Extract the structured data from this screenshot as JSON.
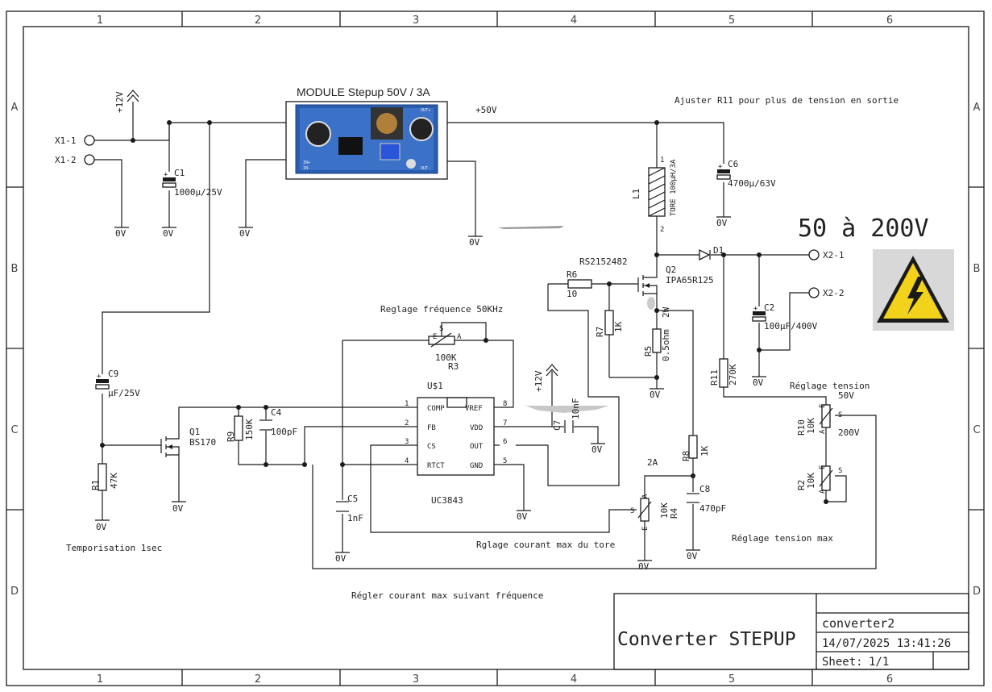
{
  "border": {
    "columns": [
      "1",
      "2",
      "3",
      "4",
      "5",
      "6"
    ],
    "rows": [
      "A",
      "B",
      "C",
      "D"
    ]
  },
  "title_block": {
    "title": "Converter STEPUP",
    "sheet_name": "converter2",
    "date": "14/07/2025 13:41:26",
    "sheet_label": "Sheet:",
    "sheet_value": "1/1"
  },
  "module": {
    "title": "MODULE Stepup 50V / 3A",
    "pins": [
      "IN+",
      "IN-",
      "OUT+",
      "OUT-"
    ]
  },
  "headline": "50 à 200V",
  "notes": {
    "ajuster": "Ajuster R11 pour plus de tension en sortie",
    "freq": "Reglage fréquence 50KHz",
    "tempo": "Temporisation 1sec",
    "courant_tore": "Rglage courant max du tore",
    "regler": "Régler courant max suivant fréquence",
    "reg_tension": "Réglage tension",
    "reg_tension_max": "Réglage tension max"
  },
  "nets": {
    "v12": "+12V",
    "v50": "+50V",
    "gnd": "0V"
  },
  "connectors": {
    "x1_1": "X1-1",
    "x1_2": "X1-2",
    "x2_1": "X2-1",
    "x2_2": "X2-2"
  },
  "ic": {
    "ref": "U$1",
    "value": "UC3843",
    "left_pins": [
      {
        "num": "1",
        "name": "COMP"
      },
      {
        "num": "2",
        "name": "FB"
      },
      {
        "num": "3",
        "name": "CS"
      },
      {
        "num": "4",
        "name": "RTCT"
      }
    ],
    "right_pins": [
      {
        "num": "8",
        "name": "VREF"
      },
      {
        "num": "7",
        "name": "VDD"
      },
      {
        "num": "6",
        "name": "OUT"
      },
      {
        "num": "5",
        "name": "GND"
      }
    ]
  },
  "parts": {
    "c1": {
      "ref": "C1",
      "value": "1000µ/25V"
    },
    "c2": {
      "ref": "C2",
      "value": "100µF/400V"
    },
    "c4": {
      "ref": "C4",
      "value": "100pF"
    },
    "c5": {
      "ref": "C5",
      "value": "1nF"
    },
    "c6": {
      "ref": "C6",
      "value": "4700µ/63V"
    },
    "c7": {
      "ref": "C7",
      "value": "10nF"
    },
    "c8": {
      "ref": "C8",
      "value": "470pF"
    },
    "c9": {
      "ref": "C9",
      "value": "µF/25V"
    },
    "r1": {
      "ref": "R1",
      "value": "47K"
    },
    "r2": {
      "ref": "R2",
      "value": "10K"
    },
    "r3": {
      "ref": "R3",
      "value": "100K"
    },
    "r4": {
      "ref": "R4",
      "value": "10K"
    },
    "r5": {
      "ref": "R5",
      "value": "0.5ohm"
    },
    "r6": {
      "ref": "R6",
      "value": "10"
    },
    "r7": {
      "ref": "R7",
      "value": "1K"
    },
    "r8": {
      "ref": "R8",
      "value": "1K"
    },
    "r9": {
      "ref": "R9",
      "value": "150K"
    },
    "r10": {
      "ref": "R10",
      "value": "10K"
    },
    "r11": {
      "ref": "R11",
      "value": "270K"
    },
    "l1": {
      "ref": "L1",
      "value": "TORE 100µH/3A"
    },
    "q1": {
      "ref": "Q1",
      "value": "BS170"
    },
    "q2": {
      "ref": "Q2",
      "value": "IPA65R125"
    },
    "d1": {
      "ref": "D1",
      "value": "RS2152482"
    }
  },
  "pot_pins": {
    "e": "E",
    "s": "S",
    "a": "A"
  },
  "misc_labels": {
    "l1_pin1": "1",
    "l1_pin2": "2",
    "r5_power": "2W",
    "r4_current": "2A",
    "r10_50v": "50V",
    "r10_200v": "200V"
  }
}
